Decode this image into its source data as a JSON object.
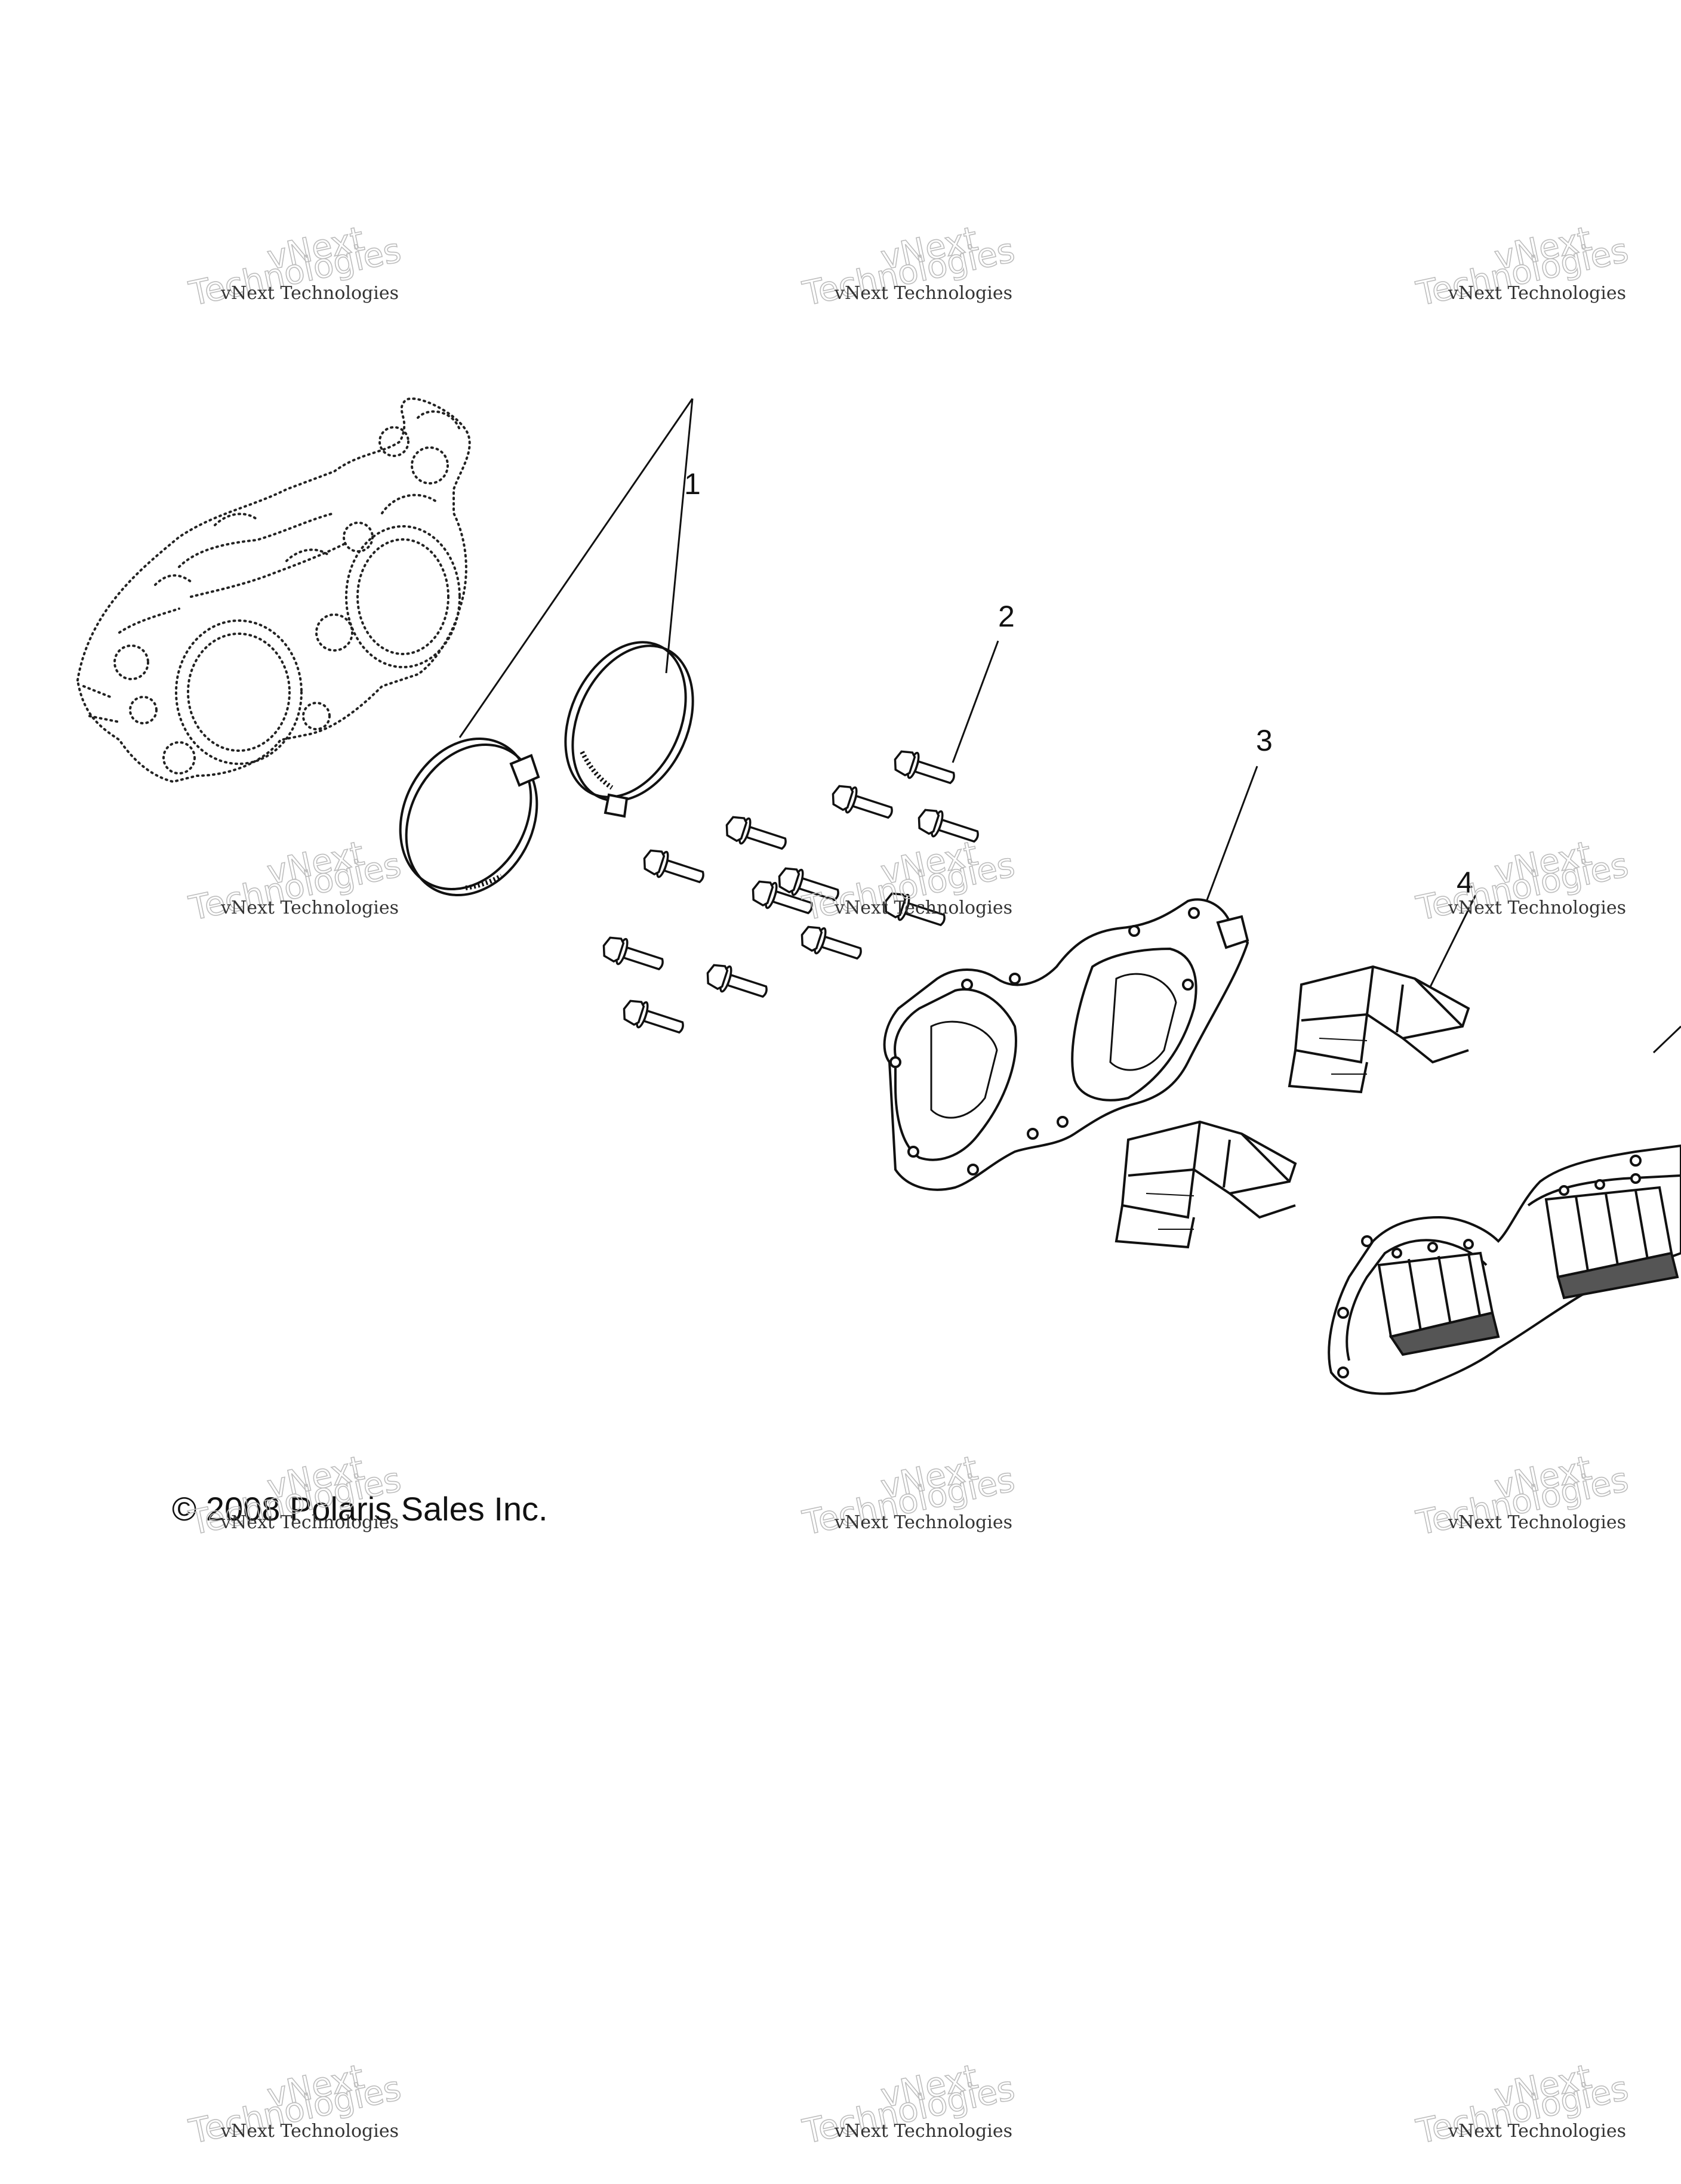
{
  "callouts": [
    {
      "id": "1",
      "label": "1"
    },
    {
      "id": "2",
      "label": "2"
    },
    {
      "id": "3",
      "label": "3"
    },
    {
      "id": "4",
      "label": "4"
    }
  ],
  "copyright": "© 2008 Polaris Sales Inc.",
  "watermark": {
    "line_small": "vNext Technologies",
    "ghost_word1": "vNext",
    "ghost_word2": "Technologies"
  },
  "colors": {
    "ink": "#111111",
    "watermark": "#bdbdbd"
  }
}
